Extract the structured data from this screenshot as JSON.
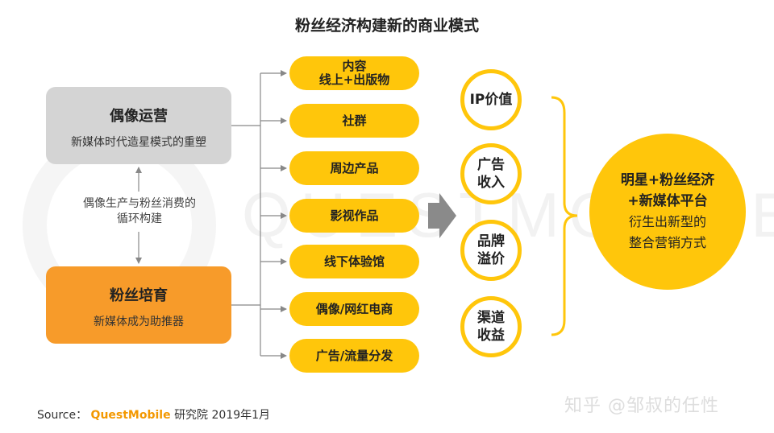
{
  "title": "粉丝经济构建新的商业模式",
  "left": {
    "idol": {
      "title": "偶像运营",
      "subtitle": "新媒体时代造星模式的重塑"
    },
    "cycle": {
      "line1": "偶像生产与粉丝消费的",
      "line2": "循环构建"
    },
    "fans": {
      "title": "粉丝培育",
      "subtitle": "新媒体成为助推器"
    }
  },
  "channels": [
    {
      "line1": "内容",
      "line2": "线上+出版物"
    },
    {
      "line1": "社群",
      "line2": ""
    },
    {
      "line1": "周边产品",
      "line2": ""
    },
    {
      "line1": "影视作品",
      "line2": ""
    },
    {
      "line1": "线下体验馆",
      "line2": ""
    },
    {
      "line1": "偶像/网红电商",
      "line2": ""
    },
    {
      "line1": "广告/流量分发",
      "line2": ""
    }
  ],
  "values": [
    {
      "line1": "IP价值",
      "line2": ""
    },
    {
      "line1": "广告",
      "line2": "收入"
    },
    {
      "line1": "品牌",
      "line2": "溢价"
    },
    {
      "line1": "渠道",
      "line2": "收益"
    }
  ],
  "result": {
    "line1": "明星+粉丝经济",
    "line2": "+新媒体平台",
    "line3": "衍生出新型的",
    "line4": "整合营销方式"
  },
  "source": {
    "prefix": "Source：",
    "brand": "QuestMobile",
    "suffix": "研究院 2019年1月"
  },
  "watermark": {
    "zhihu": "知乎 @邹叔的任性",
    "brand": "QUESTMOBILE"
  },
  "colors": {
    "accent": "#ffc60b",
    "orange": "#f79b2a",
    "grey": "#d4d4d4"
  }
}
